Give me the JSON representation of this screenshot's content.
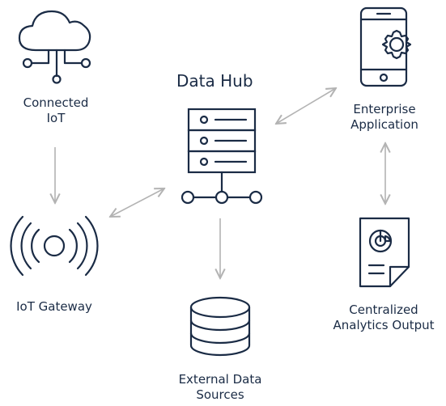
{
  "diagram": {
    "hub_title": "Data Hub",
    "nodes": {
      "connected_iot": "Connected\nIoT",
      "iot_gateway": "IoT Gateway",
      "external_data": "External Data\nSources",
      "enterprise_app": "Enterprise\nApplication",
      "analytics_output": "Centralized\nAnalytics Output"
    },
    "icons": {
      "connected_iot": "cloud-network-icon",
      "iot_gateway": "wireless-signal-icon",
      "data_hub": "server-rack-icon",
      "external_data": "database-icon",
      "enterprise_app": "mobile-settings-icon",
      "analytics_output": "report-chart-icon"
    },
    "colors": {
      "icon_stroke": "#1a2b45",
      "arrow": "#b3b3b3",
      "text": "#1a2b45"
    }
  }
}
